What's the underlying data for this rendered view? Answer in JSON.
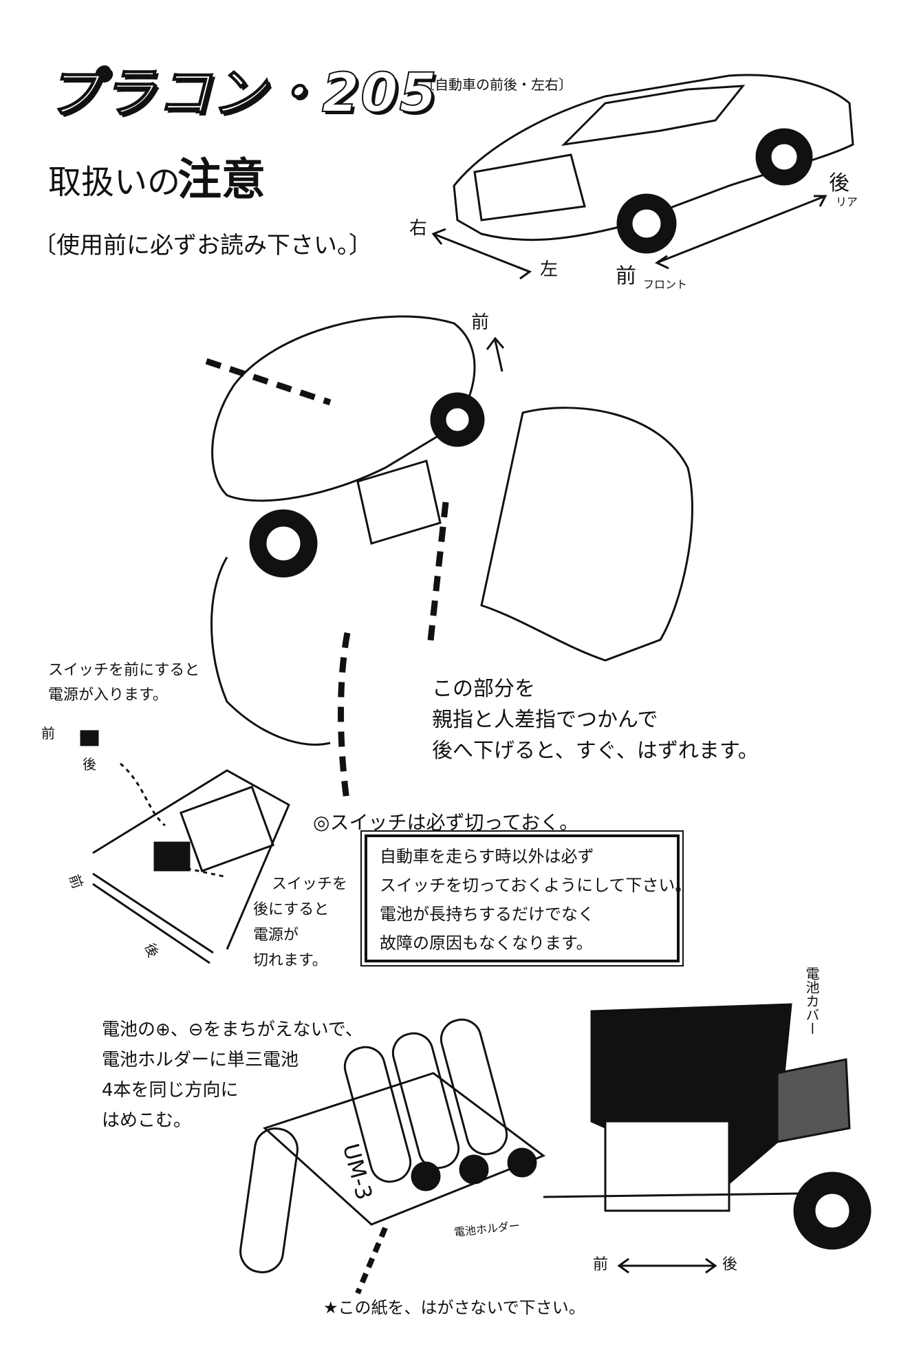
{
  "header": {
    "title": "プラコン・205",
    "subtitle_a": "取扱いの",
    "subtitle_b": "注意",
    "read_note": "〔使用前に必ずお読み下さい。〕"
  },
  "car_directions": {
    "caption": "〔自動車の前後・左右〕",
    "right": "右",
    "left": "左",
    "front": "前",
    "front_sub": "フロント",
    "rear": "後",
    "rear_sub": "リア"
  },
  "chassis_diagram": {
    "front_arrow": "前",
    "instruction_lines": [
      "この部分を",
      "親指と人差指でつかんで",
      "後へ下げると、すぐ、はずれます。"
    ]
  },
  "switch_section": {
    "switch_on_note": [
      "スイッチを前にすると",
      "電源が入ります。"
    ],
    "front": "前",
    "rear": "後",
    "side_front": "前",
    "side_rear": "後",
    "switch_off_note": [
      "スイッチを",
      "後にすると",
      "電源が",
      "切れます。"
    ],
    "always_off": "スイッチは必ず切っておく。",
    "notice_lines": [
      "自動車を走らす時以外は必ず",
      "スイッチを切っておくようにして下さい。",
      "電池が長持ちするだけでなく",
      "故障の原因もなくなります。"
    ]
  },
  "battery_section": {
    "instruction_lines": [
      "電池の⊕、⊖をまちがえないで、",
      "電池ホルダーに単三電池",
      "4本を同じ方向に",
      "はめこむ。"
    ],
    "battery_label": "UM-3",
    "holder_label": "電池ホルダー",
    "cover_label": "電池カバー",
    "paper_note": "★この紙を、はがさないで下さい。",
    "front": "前",
    "rear": "後"
  }
}
